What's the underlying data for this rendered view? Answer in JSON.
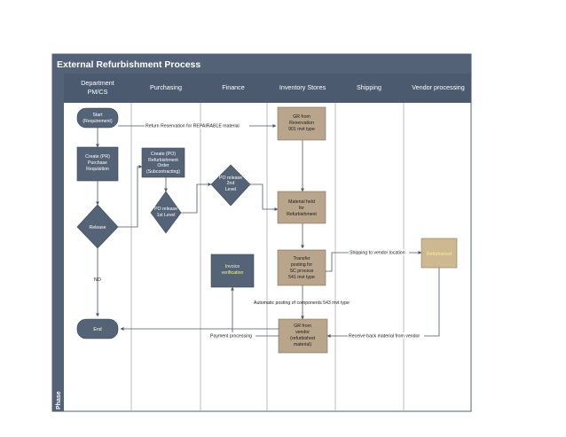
{
  "title": "External Refurbishment Process",
  "phase_label": "Phase",
  "lanes": [
    {
      "l1": "Department",
      "l2": "PM/CS"
    },
    {
      "l1": "Purchasing",
      "l2": ""
    },
    {
      "l1": "Finance",
      "l2": ""
    },
    {
      "l1": "Inventory Stores",
      "l2": ""
    },
    {
      "l1": "Shipping",
      "l2": ""
    },
    {
      "l1": "Vendor processing",
      "l2": ""
    }
  ],
  "nodes": {
    "start": [
      "Start",
      "(Requirement)"
    ],
    "create_pr": [
      "Create (PR)",
      "Purchase",
      "Requisition"
    ],
    "release": [
      "Release"
    ],
    "end": [
      "End"
    ],
    "create_po": [
      "Create (PO)",
      "Refurbishment",
      "Order",
      "(Subcontracting)"
    ],
    "po_release_1": [
      "PO release",
      "1st Level"
    ],
    "po_release_2": [
      "PO release",
      "2nd",
      "Level"
    ],
    "invoice": [
      "Invoice",
      "verification"
    ],
    "gr_reservation": [
      "GR from",
      "Reservation",
      "901 mvt type"
    ],
    "material_held": [
      "Material held",
      "for",
      "Refurbishment"
    ],
    "transfer": [
      "Transfer",
      "posting for",
      "SC process",
      "541 mvt type"
    ],
    "gr_vendor": [
      "GR from",
      "vendor",
      "(refurbished",
      "material)"
    ],
    "refurbished": [
      "Refurbished"
    ]
  },
  "connectors": {
    "return_reservation": "Return Reservation for REPAIRABLE material",
    "no": "NO",
    "shipping": "Shipping to vendor location",
    "auto_posting": "Automatic posting of components 543 mvt type",
    "payment": "Payment processing",
    "receive_back": "Receive back material from vendor"
  },
  "colors": {
    "frame": "#536277",
    "header": "#4b5a6f",
    "node": "#556377",
    "inventory": "#b8a58c",
    "vendor": "#cdb891",
    "lane_line": "#9aa3ad",
    "line": "#4a5668",
    "yellow_text": "#f3f19a"
  }
}
